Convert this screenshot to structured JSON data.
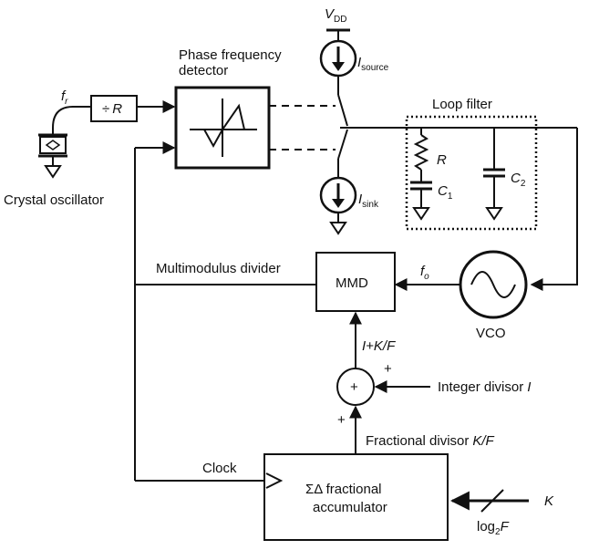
{
  "labels": {
    "vdd_main": "V",
    "vdd_sub": "DD",
    "isource_main": "I",
    "isource_sub": "source",
    "isink_main": "I",
    "isink_sub": "sink",
    "pfd_line1": "Phase frequency",
    "pfd_line2": "detector",
    "loop_filter": "Loop filter",
    "r": "R",
    "c1_main": "C",
    "c1_sub": "1",
    "c2_main": "C",
    "c2_sub": "2",
    "fr_main": "f",
    "fr_sub": "r",
    "divR": "÷",
    "divR_var": "R",
    "crystal": "Crystal oscillator",
    "mmd_caption": "Multimodulus divider",
    "mmd": "MMD",
    "fo_main": "f",
    "fo_sub": "o",
    "vco": "VCO",
    "ikf": "I+K/F",
    "plus": "+",
    "plus_sum_top": "+",
    "plus_sum_bottom": "+",
    "integer_divisor": "Integer divisor",
    "integer_var": "I",
    "fractional_divisor": "Fractional divisor",
    "fractional_var": "K/F",
    "clock": "Clock",
    "acc_line1": "ΣΔ fractional",
    "acc_line2": "accumulator",
    "k": "K",
    "log_main": "log",
    "log_sub": "2",
    "log_var": "F"
  }
}
